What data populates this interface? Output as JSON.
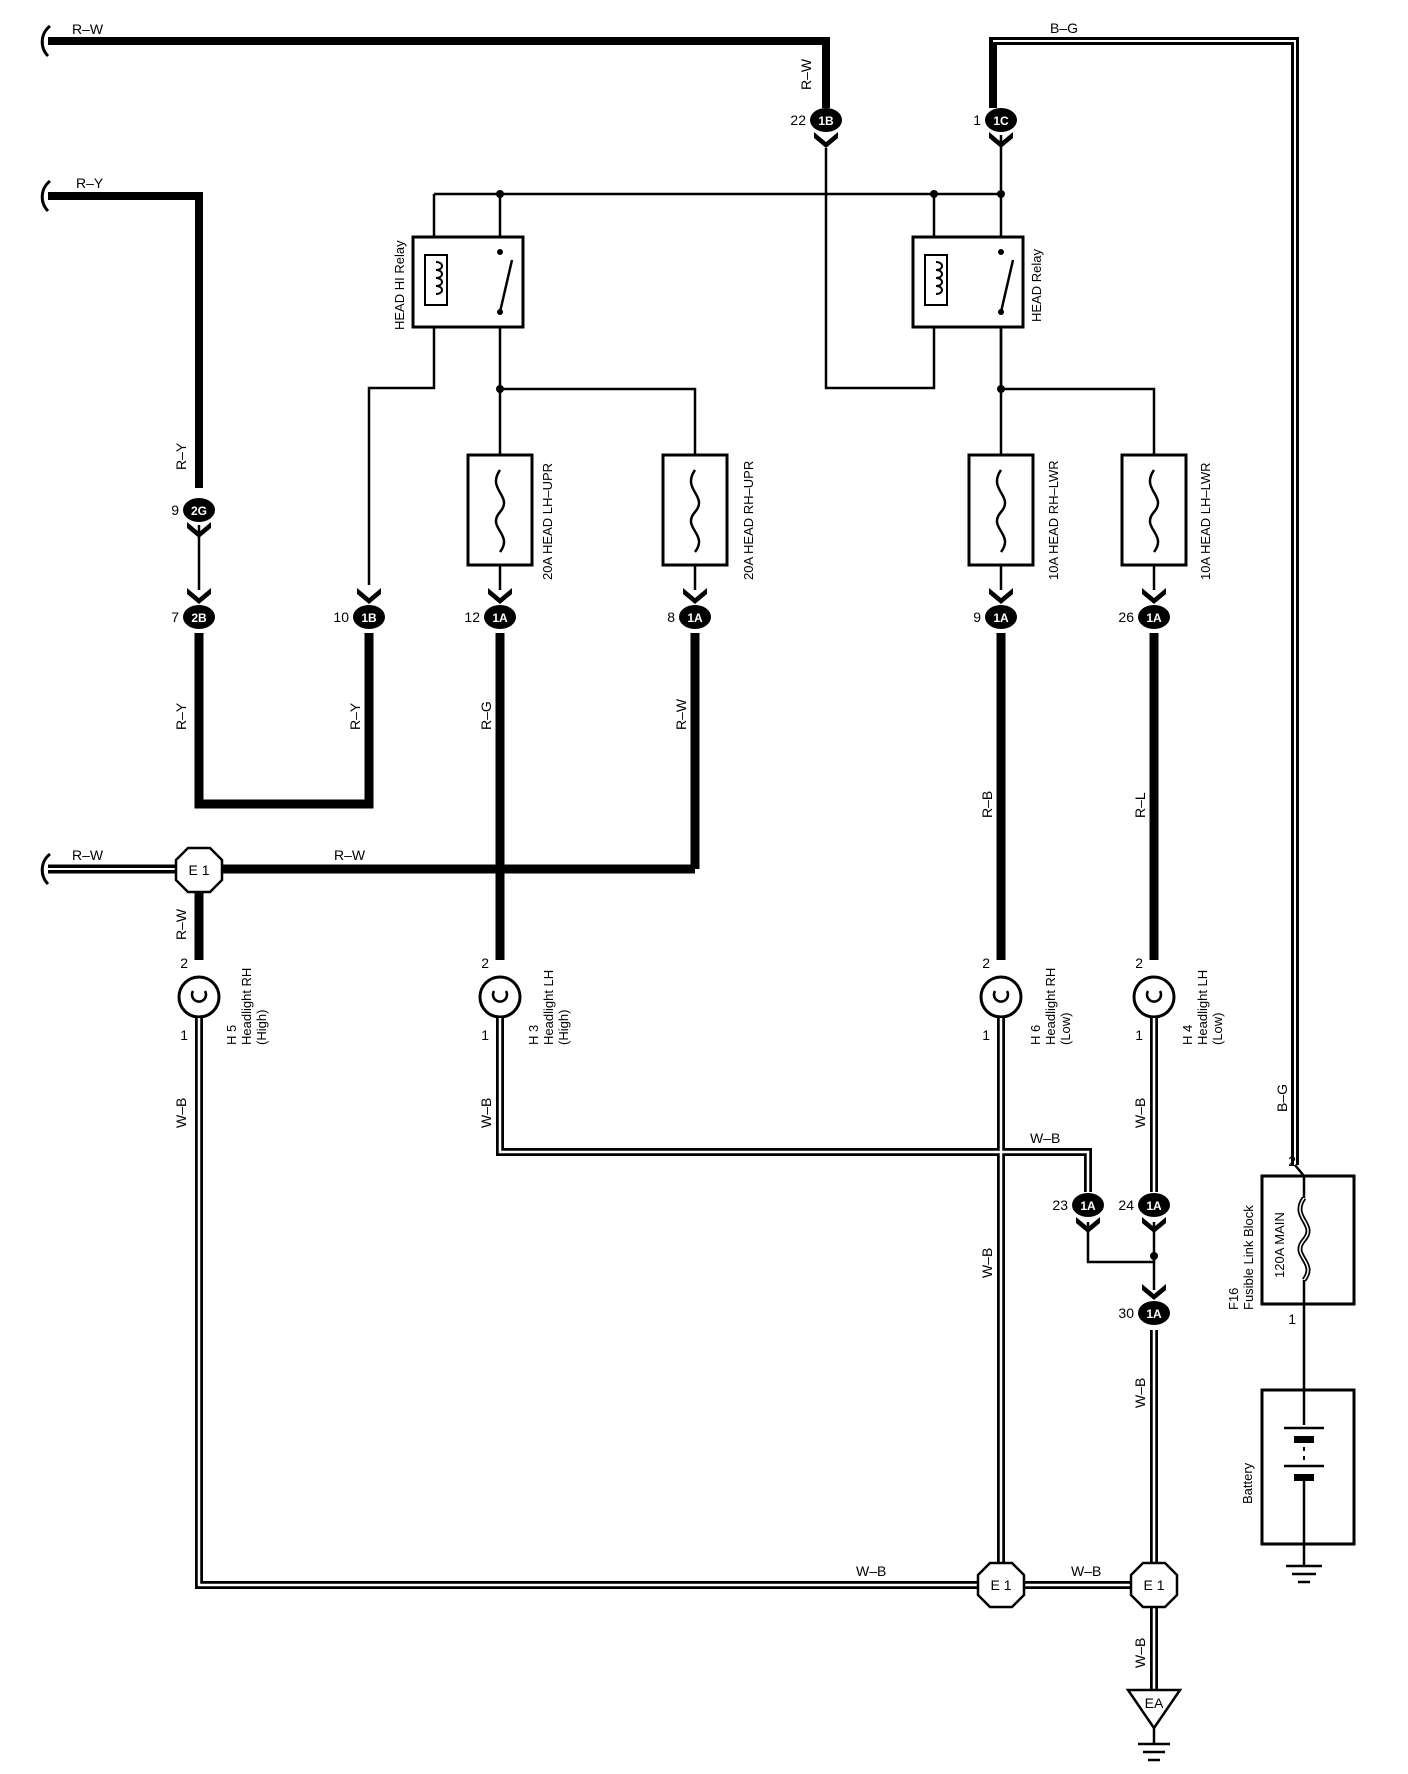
{
  "wires": {
    "rw_top": "R–W",
    "ry_top": "R–Y",
    "bg_top": "B–G",
    "rw_1b": "R–W",
    "ry_vert": "R–Y",
    "ry_left": "R–Y",
    "ry_right": "R–Y",
    "rg": "R–G",
    "rw_mid": "R–W",
    "rb": "R–B",
    "rl": "R–L",
    "rw_e1_left": "R–W",
    "rw_e1_right": "R–W",
    "rw_h5": "R–W",
    "wb_h5": "W–B",
    "wb_h3": "W–B",
    "wb_cross": "W–B",
    "wb_h4": "W–B",
    "wb_h6": "W–B",
    "wb_30": "W–B",
    "wb_bottom1": "W–B",
    "wb_bottom2": "W–B",
    "wb_ground": "W–B",
    "bg_fuse": "B–G"
  },
  "connectors": {
    "c1b_top": {
      "pin": "22",
      "id": "1B"
    },
    "c1c_top": {
      "pin": "1",
      "id": "1C"
    },
    "c2g": {
      "pin": "9",
      "id": "2G"
    },
    "c2b": {
      "pin": "7",
      "id": "2B"
    },
    "c1b_mid": {
      "pin": "10",
      "id": "1B"
    },
    "c1a_12": {
      "pin": "12",
      "id": "1A"
    },
    "c1a_8": {
      "pin": "8",
      "id": "1A"
    },
    "c1a_9": {
      "pin": "9",
      "id": "1A"
    },
    "c1a_26": {
      "pin": "26",
      "id": "1A"
    },
    "c1a_23": {
      "pin": "23",
      "id": "1A"
    },
    "c1a_24": {
      "pin": "24",
      "id": "1A"
    },
    "c1a_30": {
      "pin": "30",
      "id": "1A"
    }
  },
  "relays": {
    "head_hi": "HEAD HI Relay",
    "head": "HEAD Relay"
  },
  "fuses": {
    "lh_upr": "20A HEAD LH–UPR",
    "rh_upr": "20A HEAD RH–UPR",
    "rh_lwr": "10A HEAD RH–LWR",
    "lh_lwr": "10A HEAD LH–LWR"
  },
  "junctions": {
    "e1_top": "E 1",
    "e1_bottom_left": "E 1",
    "e1_bottom_right": "E 1"
  },
  "headlights": {
    "h5": {
      "code": "H 5",
      "name": "Headlight RH",
      "sub": "(High)",
      "pin_top": "2",
      "pin_bottom": "1"
    },
    "h3": {
      "code": "H 3",
      "name": "Headlight LH",
      "sub": "(High)",
      "pin_top": "2",
      "pin_bottom": "1"
    },
    "h6": {
      "code": "H 6",
      "name": "Headlight RH",
      "sub": "(Low)",
      "pin_top": "2",
      "pin_bottom": "1"
    },
    "h4": {
      "code": "H 4",
      "name": "Headlight LH",
      "sub": "(Low)",
      "pin_top": "2",
      "pin_bottom": "1"
    }
  },
  "fusible_link": {
    "code": "F16",
    "name": "Fusible Link Block",
    "fuse": "120A MAIN",
    "pin_top": "2",
    "pin_bottom": "1"
  },
  "battery": "Battery",
  "ground": "EA"
}
